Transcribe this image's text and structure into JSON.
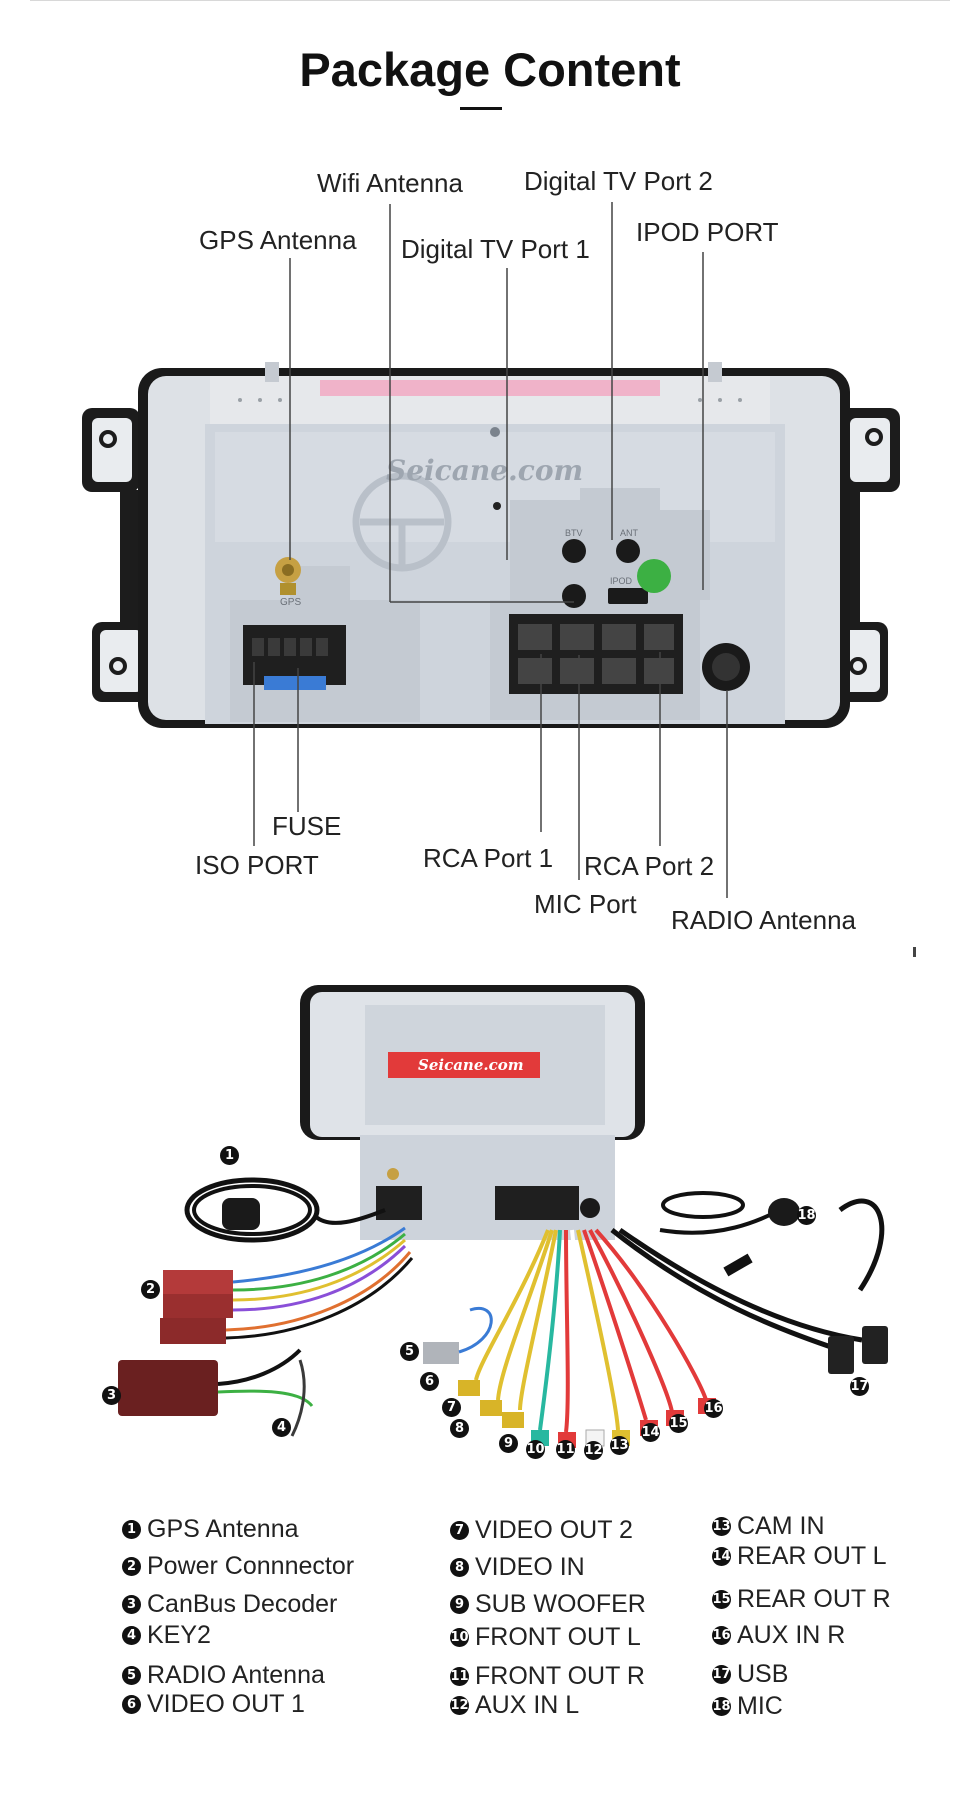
{
  "title": "Package Content",
  "port_labels": {
    "wifi": "Wifi Antenna",
    "dtv2": "Digital TV Port 2",
    "gps": "GPS Antenna",
    "dtv1": "Digital TV Port 1",
    "ipod": "IPOD PORT",
    "fuse": "FUSE",
    "iso": "ISO PORT",
    "rca1": "RCA Port 1",
    "rca2": "RCA Port 2",
    "mic": "MIC Port",
    "radio": "RADIO Antenna"
  },
  "watermark_back": "Seicane.com",
  "watermark_top": "Seicane.com",
  "stamps": {
    "gps": "GPS",
    "ipod": "IPOD",
    "btv": "BTV",
    "ant": "ANT"
  },
  "diagram_numbers": [
    "1",
    "2",
    "3",
    "4",
    "5",
    "6",
    "7",
    "8",
    "9",
    "10",
    "11",
    "12",
    "13",
    "14",
    "15",
    "16",
    "17",
    "18"
  ],
  "legend": [
    {
      "n": "1",
      "text": "GPS Antenna"
    },
    {
      "n": "2",
      "text": "Power Connnector"
    },
    {
      "n": "3",
      "text": "CanBus Decoder"
    },
    {
      "n": "4",
      "text": "KEY2"
    },
    {
      "n": "5",
      "text": "RADIO Antenna"
    },
    {
      "n": "6",
      "text": "VIDEO OUT 1"
    },
    {
      "n": "7",
      "text": "VIDEO OUT 2"
    },
    {
      "n": "8",
      "text": "VIDEO IN"
    },
    {
      "n": "9",
      "text": "SUB WOOFER"
    },
    {
      "n": "10",
      "text": "FRONT OUT L"
    },
    {
      "n": "11",
      "text": "FRONT OUT R"
    },
    {
      "n": "12",
      "text": "AUX IN L"
    },
    {
      "n": "13",
      "text": "CAM IN"
    },
    {
      "n": "14",
      "text": "REAR OUT L"
    },
    {
      "n": "15",
      "text": "REAR OUT R"
    },
    {
      "n": "16",
      "text": "AUX IN R"
    },
    {
      "n": "17",
      "text": "USB"
    },
    {
      "n": "18",
      "text": "MIC"
    }
  ],
  "colors": {
    "metal": "#cdd3db",
    "bracket": "#1a1a1a",
    "plate": "#dfe3e8",
    "pink": "#f2a8c2",
    "decoder": "#7a2a2a",
    "fuse": "#3a7bd5"
  }
}
